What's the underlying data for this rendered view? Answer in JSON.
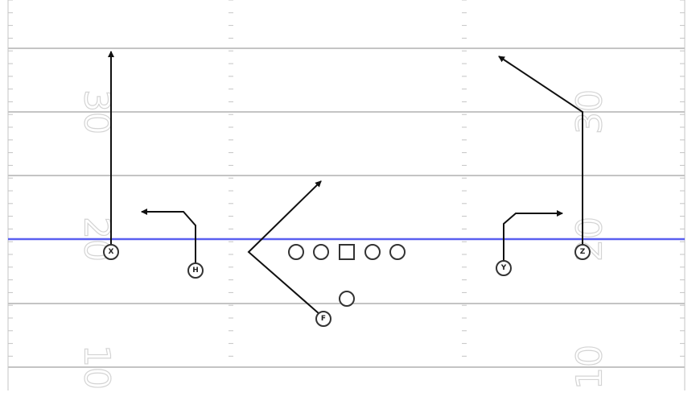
{
  "field": {
    "yard_numbers": [
      "30",
      "20",
      "10"
    ],
    "line_of_scrimmage_color": "#5a5ff0",
    "yard_line_color": "#c4c4c4",
    "route_color": "#111111"
  },
  "players": {
    "x": "X",
    "h": "H",
    "f": "F",
    "y": "Y",
    "z": "Z"
  },
  "offensive_line": {
    "count": 5,
    "center_shape": "square"
  }
}
